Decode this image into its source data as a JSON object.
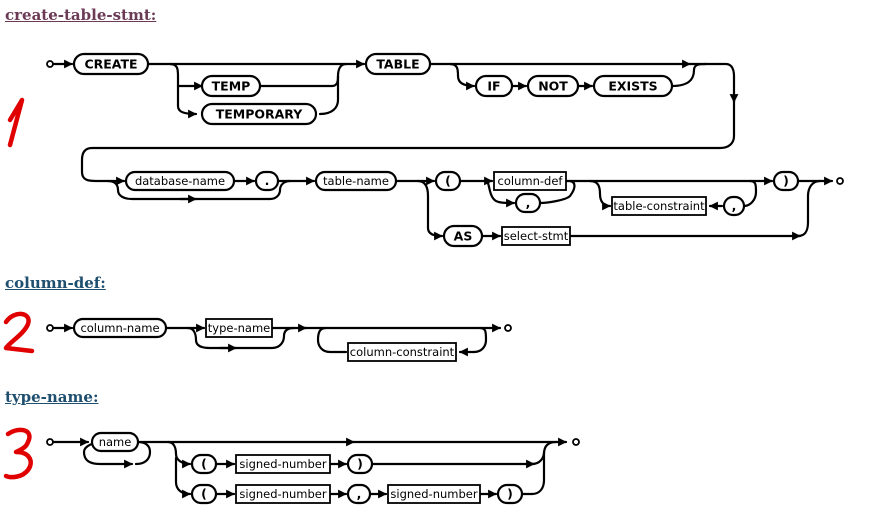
{
  "headings": {
    "create_table": "create-table-stmt:",
    "column_def": "column-def:",
    "type_name": "type-name:"
  },
  "colors": {
    "heading_visited": "#6b3a55",
    "heading_link": "#1f4f6f",
    "annotation": "#e00000"
  },
  "annotations": [
    "1",
    "2",
    "3"
  ],
  "create_table_stmt": {
    "terminals": {
      "create": "CREATE",
      "temp": "TEMP",
      "temporary": "TEMPORARY",
      "table": "TABLE",
      "if": "IF",
      "not": "NOT",
      "exists": "EXISTS",
      "dot": ".",
      "lparen": "(",
      "comma1": ",",
      "comma2": ",",
      "rparen": ")",
      "as": "AS"
    },
    "nonterminals": {
      "database_name": "database-name",
      "table_name": "table-name",
      "column_def": "column-def",
      "table_constraint": "table-constraint",
      "select_stmt": "select-stmt"
    }
  },
  "column_def": {
    "nonterminals": {
      "column_name": "column-name",
      "type_name": "type-name",
      "column_constraint": "column-constraint"
    }
  },
  "type_name": {
    "terminals": {
      "name": "name",
      "lparen1": "(",
      "rparen1": ")",
      "lparen2": "(",
      "comma": ",",
      "rparen2": ")"
    },
    "nonterminals": {
      "signed_number1": "signed-number",
      "signed_number2": "signed-number",
      "signed_number3": "signed-number"
    }
  }
}
